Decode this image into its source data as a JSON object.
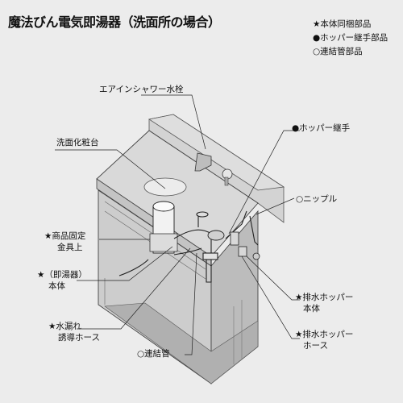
{
  "title": "魔法びん電気即湯器（洗面所の場合）",
  "legend": {
    "main_parts": "★本体同梱部品",
    "hopper_parts": "●ホッパー継手部品",
    "pipe_parts": "○連結管部品"
  },
  "labels": {
    "air_in_shower": "エアインシャワー水栓",
    "vanity": "洗面化粧台",
    "hopper_joint": "●ホッパー継手",
    "nipple": "○ニップル",
    "fixing_bracket_line1": "★商品固定",
    "fixing_bracket_line2": "金具上",
    "heater_line1": "★（即湯器）",
    "heater_line2": "本体",
    "leak_hose_line1": "★水漏れ",
    "leak_hose_line2": "誘導ホース",
    "connecting_pipe": "○連結管",
    "drain_body_line1": "★排水ホッパー",
    "drain_body_line2": "本体",
    "drain_hose_line1": "★排水ホッパー",
    "drain_hose_line2": "ホース"
  },
  "colors": {
    "background": "#ececec",
    "cabinet_top": "#d6d6d6",
    "cabinet_front": "#c9c9c9",
    "cabinet_side": "#bdbdbd",
    "cabinet_shadow": "#a8a8a8",
    "line": "#222222"
  },
  "icons": [
    "faucet-icon",
    "heater-unit-icon",
    "hopper-icon"
  ]
}
